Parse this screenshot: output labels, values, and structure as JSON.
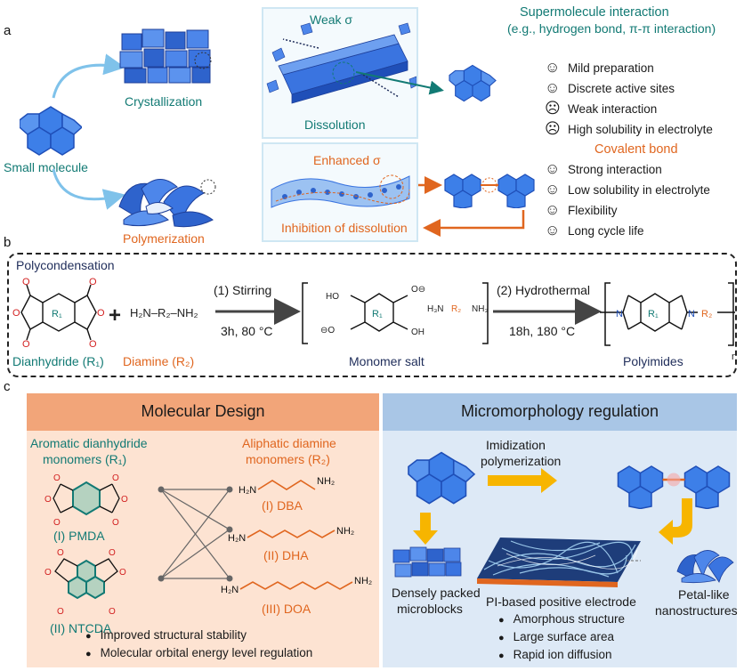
{
  "panel_a": {
    "letter": "a",
    "small_molecule": "Small molecule",
    "crystallization": "Crystallization",
    "polymerization": "Polymerization",
    "weak_sigma": "Weak σ",
    "dissolution": "Dissolution",
    "enhanced_sigma": "Enhanced σ",
    "inhibition": "Inhibition of dissolution",
    "supermolecule_title": "Supermolecule interaction",
    "supermolecule_sub": "(e.g., hydrogen bond, π-π interaction)",
    "super_props": [
      {
        "icon": "smile-icon",
        "text": "Mild preparation"
      },
      {
        "icon": "smile-icon",
        "text": "Discrete active sites"
      },
      {
        "icon": "frown-icon",
        "text": "Weak interaction"
      },
      {
        "icon": "frown-icon",
        "text": "High solubility in electrolyte"
      }
    ],
    "covalent_title": "Covalent bond",
    "covalent_props": [
      {
        "icon": "smile-icon",
        "text": "Strong interaction"
      },
      {
        "icon": "smile-icon",
        "text": "Low solubility in electrolyte"
      },
      {
        "icon": "smile-icon",
        "text": "Flexibility"
      },
      {
        "icon": "smile-icon",
        "text": "Long cycle life"
      }
    ]
  },
  "panel_b": {
    "letter": "b",
    "polycondensation": "Polycondensation",
    "diamine_formula": "H₂N–R₂–NH₂",
    "step1": "(1) Stirring",
    "cond1": "3h, 80 °C",
    "step2": "(2) Hydrothermal",
    "cond2": "18h, 180 °C",
    "dianhydride": "Dianhydride (R₁)",
    "diamine": "Diamine (R₂)",
    "monomer_salt": "Monomer salt",
    "polyimides": "Polyimides",
    "r1": "R₁",
    "r2": "R₂",
    "n": "n"
  },
  "panel_c": {
    "letter": "c",
    "left_title": "Molecular Design",
    "right_title": "Micromorphology regulation",
    "aromatic": "Aromatic dianhydride",
    "aromatic2": "monomers (R₁)",
    "aliphatic": "Aliphatic diamine",
    "aliphatic2": "monomers (R₂)",
    "pmda": "(I) PMDA",
    "ntcda": "(II) NTCDA",
    "dba": "(I) DBA",
    "dha": "(II) DHA",
    "doa": "(III) DOA",
    "left_bullets": [
      "Improved structural stability",
      "Molecular orbital energy level regulation"
    ],
    "imidization": "Imidization",
    "polymerization": "polymerization",
    "densely1": "Densely packed",
    "densely2": "microblocks",
    "pi_electrode": "PI-based positive electrode",
    "petal1": "Petal-like",
    "petal2": "nanostructures",
    "right_bullets": [
      "Amorphous structure",
      "Large surface area",
      "Rapid  ion diffusion"
    ]
  },
  "colors": {
    "teal": "#127a74",
    "orange": "#e0661f",
    "navy": "#1f2d5a",
    "blue_mol": "#2f6fe0",
    "left_panel_bg": "#fde3d2",
    "left_header": "#f2a579",
    "right_panel_bg": "#dde9f6",
    "right_header": "#a9c6e6",
    "arrow_yellow": "#f7b500"
  }
}
